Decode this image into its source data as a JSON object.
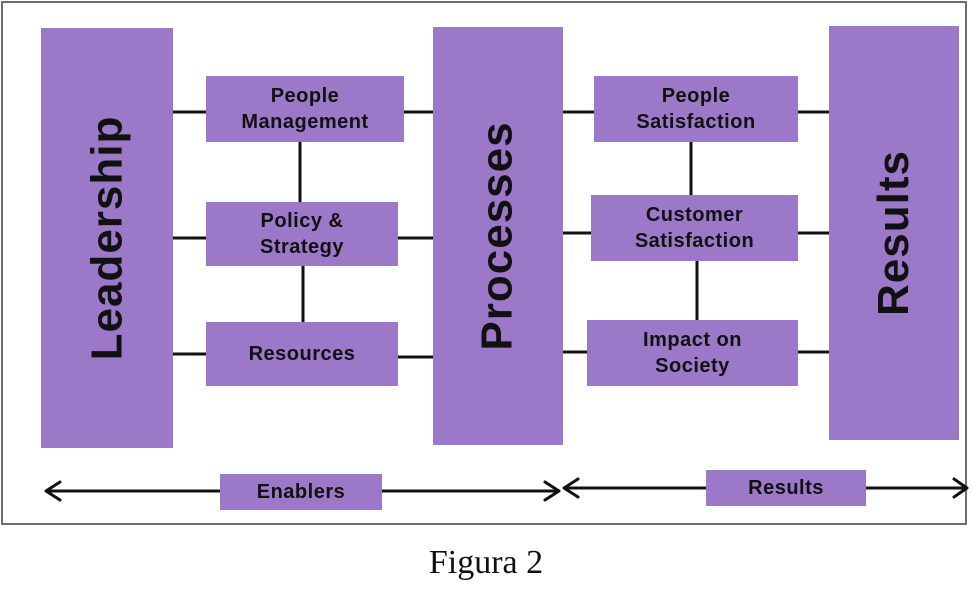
{
  "diagram": {
    "pillars": {
      "leadership": "Leadership",
      "processes": "Processes",
      "results": "Results"
    },
    "enabler_boxes": {
      "people_management": "People\nManagement",
      "policy_strategy": "Policy &\nStrategy",
      "resources": "Resources"
    },
    "result_boxes": {
      "people_satisfaction": "People\nSatisfaction",
      "customer_satisfaction": "Customer\nSatisfaction",
      "impact_on_society": "Impact on\nSociety"
    },
    "bottom": {
      "enablers": "Enablers",
      "results": "Results"
    }
  },
  "caption": "Figura 2",
  "colors": {
    "box_fill": "#9b79c8",
    "line": "#111111"
  }
}
